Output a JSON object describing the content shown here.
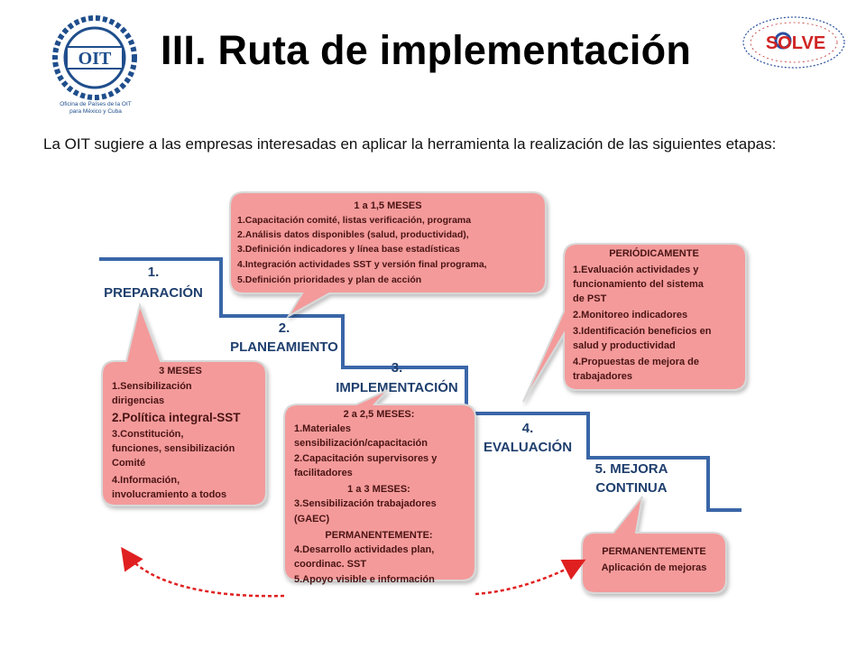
{
  "header": {
    "title": "III. Ruta de implementación",
    "org_caption_line1": "Oficina de Países de la OIT",
    "org_caption_line2": "para México y Cuba",
    "oit_logo_text": "OIT",
    "solve_logo_text": "SOLVE"
  },
  "intro": {
    "text": "La OIT sugiere a las empresas interesadas en aplicar la herramienta la realización de las siguientes etapas:"
  },
  "colors": {
    "step_line": "#3a66a8",
    "callout_fill": "#f49a9a",
    "callout_stroke": "#d8d8d8",
    "arrow": "#e02020",
    "title_text": "#000000",
    "label_text": "#1f3f6e"
  },
  "stages": [
    {
      "number": "1.",
      "name": "PREPARACIÓN"
    },
    {
      "number": "2.",
      "name": "PLANEAMIENTO"
    },
    {
      "number": "3.",
      "name": "IMPLEMENTACIÓN"
    },
    {
      "number": "4.",
      "name": "EVALUACIÓN"
    },
    {
      "number": "5. MEJORA",
      "name": "CONTINUA"
    }
  ],
  "callouts": {
    "preparacion": {
      "heading": "3 MESES",
      "lines": [
        "1.Sensibilización",
        "dirigencias",
        "2.Política integral-SST",
        "3.Constitución,",
        "funciones, sensibilización",
        "Comité",
        "4.Información,",
        "involucramiento a todos"
      ]
    },
    "planeamiento": {
      "heading": "1 a 1,5 MESES",
      "lines": [
        "1.Capacitación comité, listas verificación, programa",
        "2.Análisis datos disponibles (salud, productividad),",
        "3.Definición indicadores y línea base estadísticas",
        "4.Integración actividades SST y versión final programa,",
        "5.Definición prioridades y plan de acción"
      ]
    },
    "implementacion": {
      "lines": [
        "2 a 2,5 MESES:",
        "1.Materiales",
        "sensibilización/capacitación",
        "2.Capacitación supervisores y",
        "facilitadores",
        "1 a 3 MESES:",
        "3.Sensibilización trabajadores",
        "(GAEC)",
        "PERMANENTEMENTE:",
        "4.Desarrollo actividades plan,",
        "coordinac. SST",
        "5.Apoyo visible e información"
      ]
    },
    "evaluacion": {
      "heading": "PERIÓDICAMENTE",
      "lines": [
        "1.Evaluación actividades y",
        "funcionamiento del sistema",
        "de PST",
        "2.Monitoreo indicadores",
        "3.Identificación beneficios en",
        "salud y productividad",
        "4.Propuestas de mejora de",
        "trabajadores"
      ]
    },
    "mejora": {
      "heading": "PERMANENTEMENTE",
      "lines": [
        "Aplicación de mejoras"
      ]
    }
  }
}
